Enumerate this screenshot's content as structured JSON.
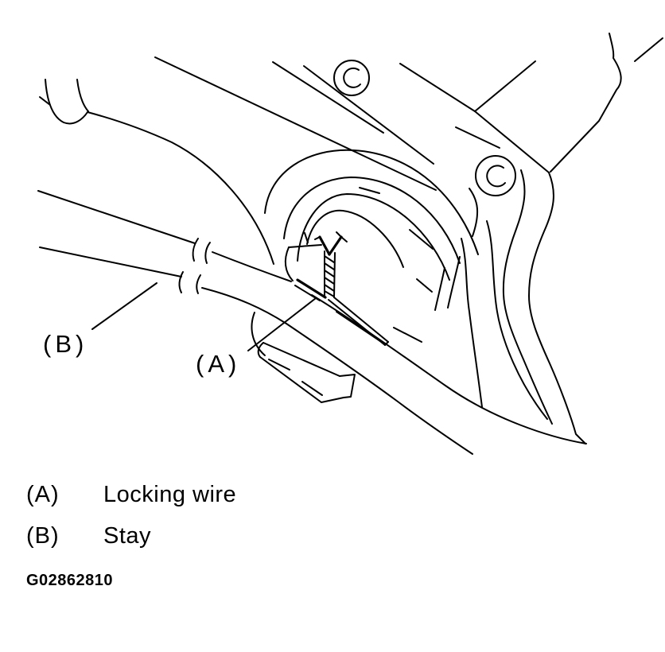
{
  "drawing": {
    "callout_a": "(A)",
    "callout_b": "(B)"
  },
  "legend": {
    "items": [
      {
        "key": "(A)",
        "text": "Locking wire"
      },
      {
        "key": "(B)",
        "text": "Stay"
      }
    ],
    "figure_code": "G02862810"
  },
  "colors": {
    "line": "#000000",
    "background": "#ffffff"
  }
}
